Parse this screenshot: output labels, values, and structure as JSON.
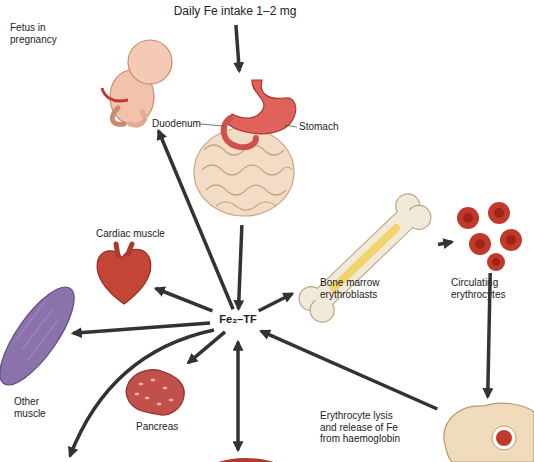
{
  "diagram": {
    "nodes": [
      {
        "text": [
          "Daily Fe intake 1–2 mg"
        ]
      },
      {
        "text": [
          "Fetus in pregnancy"
        ]
      },
      {
        "text": [
          "Duodenum",
          "Stomach"
        ]
      },
      {
        "text": [
          "Cardiac muscle"
        ]
      },
      {
        "text": [
          "Other muscle"
        ]
      },
      {
        "text": [
          "Pancreas"
        ]
      },
      {
        "text": [
          "Fe₂–TF"
        ]
      },
      {
        "text": [
          "Bone marrow erythroblasts"
        ]
      },
      {
        "text": [
          "Circulating erythrocytes"
        ]
      },
      {
        "text": [
          "Erythrocyte lysis and release of Fe from haemoglobin"
        ]
      }
    ],
    "edges": [
      {
        "from": 0,
        "to": 2,
        "arrow": "to"
      },
      {
        "from": 2,
        "to": 6,
        "arrow": "to"
      },
      {
        "from": 6,
        "to": 1,
        "arrow": "to"
      },
      {
        "from": 6,
        "to": 3,
        "arrow": "to"
      },
      {
        "from": 6,
        "to": 4,
        "arrow": "to"
      },
      {
        "from": 6,
        "to": 5,
        "arrow": "to"
      },
      {
        "from": 6,
        "to": 7,
        "arrow": "to"
      },
      {
        "from": 7,
        "to": 8,
        "arrow": "to"
      },
      {
        "from": 8,
        "to": 9,
        "arrow": "to"
      },
      {
        "from": 9,
        "to": 6,
        "arrow": "to"
      }
    ]
  }
}
